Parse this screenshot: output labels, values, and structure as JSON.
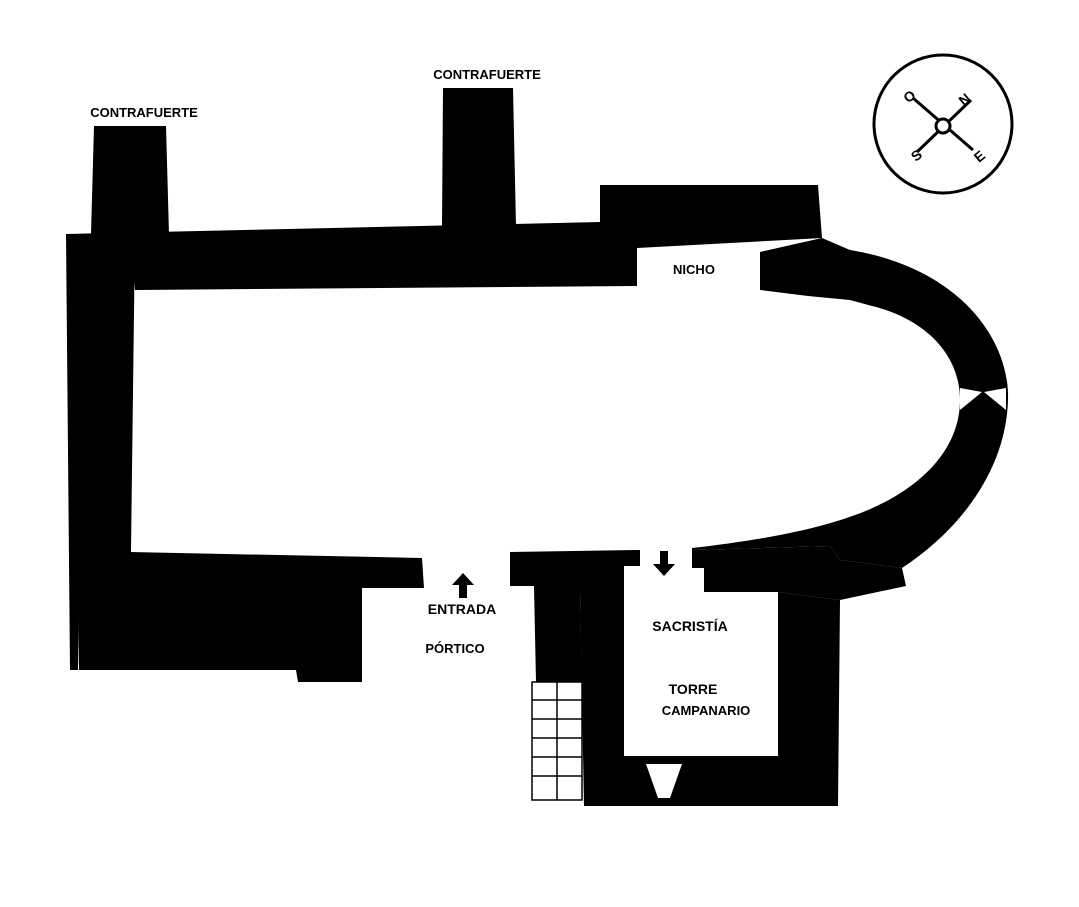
{
  "labels": {
    "buttress_west": "CONTRAFUERTE",
    "buttress_center": "CONTRAFUERTE",
    "niche": "NICHO",
    "entrance": "ENTRADA",
    "porch": "PÓRTICO",
    "sacristy": "SACRISTÍA",
    "tower": "TORRE",
    "bell_tower": "CAMPANARIO"
  },
  "compass": {
    "north": "N",
    "south": "S",
    "east": "E",
    "west": "O"
  },
  "icons": {
    "entrance_arrow": "arrow-up-icon",
    "sacristy_arrow": "arrow-down-icon",
    "compass": "compass-rose-icon"
  },
  "colors": {
    "wall": "#000000",
    "floor": "#ffffff"
  }
}
